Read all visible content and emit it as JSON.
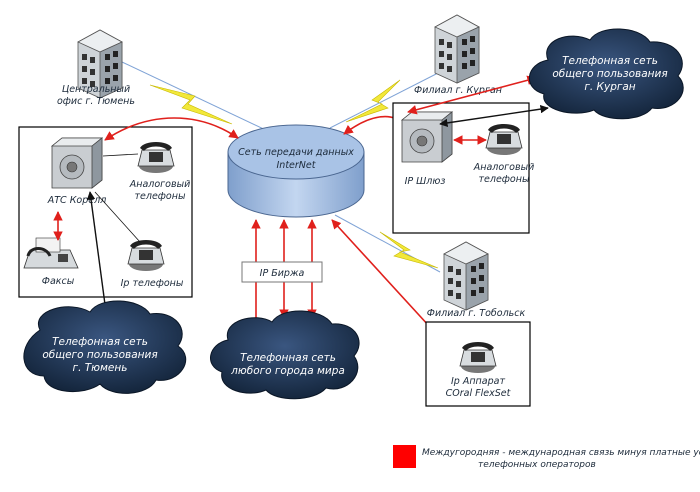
{
  "central_office": {
    "label_line1": "Центральный",
    "label_line2": "офис г. Тюмень"
  },
  "pbx": {
    "label": "АТС Корелл"
  },
  "central_analog": {
    "label_line1": "Аналоговый",
    "label_line2": "телефоны"
  },
  "central_fax": {
    "label": "Факсы"
  },
  "central_ip": {
    "label": "Ip телефоны"
  },
  "internet": {
    "label_line1": "Сеть передачи данных",
    "label_line2": "InterNet"
  },
  "ip_exchange": {
    "label": "IP Биржа"
  },
  "branch_kurgan": {
    "label": "Филиал г. Курган"
  },
  "kurgan_gateway": {
    "label": "IP Шлюз"
  },
  "kurgan_analog": {
    "label_line1": "Аналоговый",
    "label_line2": "телефоны"
  },
  "branch_tobolsk": {
    "label": "Филиал г. Тобольск"
  },
  "tobolsk_device": {
    "label_line1": "Ip Аппарат",
    "label_line2": "COral FlexSet"
  },
  "cloud_tyumen": {
    "line1": "Телефонная сеть",
    "line2": "общего пользования",
    "line3": "г. Тюмень"
  },
  "cloud_world": {
    "line1": "Телефонная сеть",
    "line2": "любого города мира"
  },
  "cloud_kurgan": {
    "line1": "Телефонная сеть",
    "line2": "общего пользования",
    "line3": "г. Курган"
  },
  "legend": {
    "color": "#ff0000",
    "line1": "Междугородняя - международная связь минуя платные услуги",
    "line2": "телефонных операторов"
  },
  "colors": {
    "link_red": "#e0201c",
    "lightning": "#f2e83a",
    "cloud": "#1e3350",
    "internet_fill": "#a9c3e6"
  }
}
